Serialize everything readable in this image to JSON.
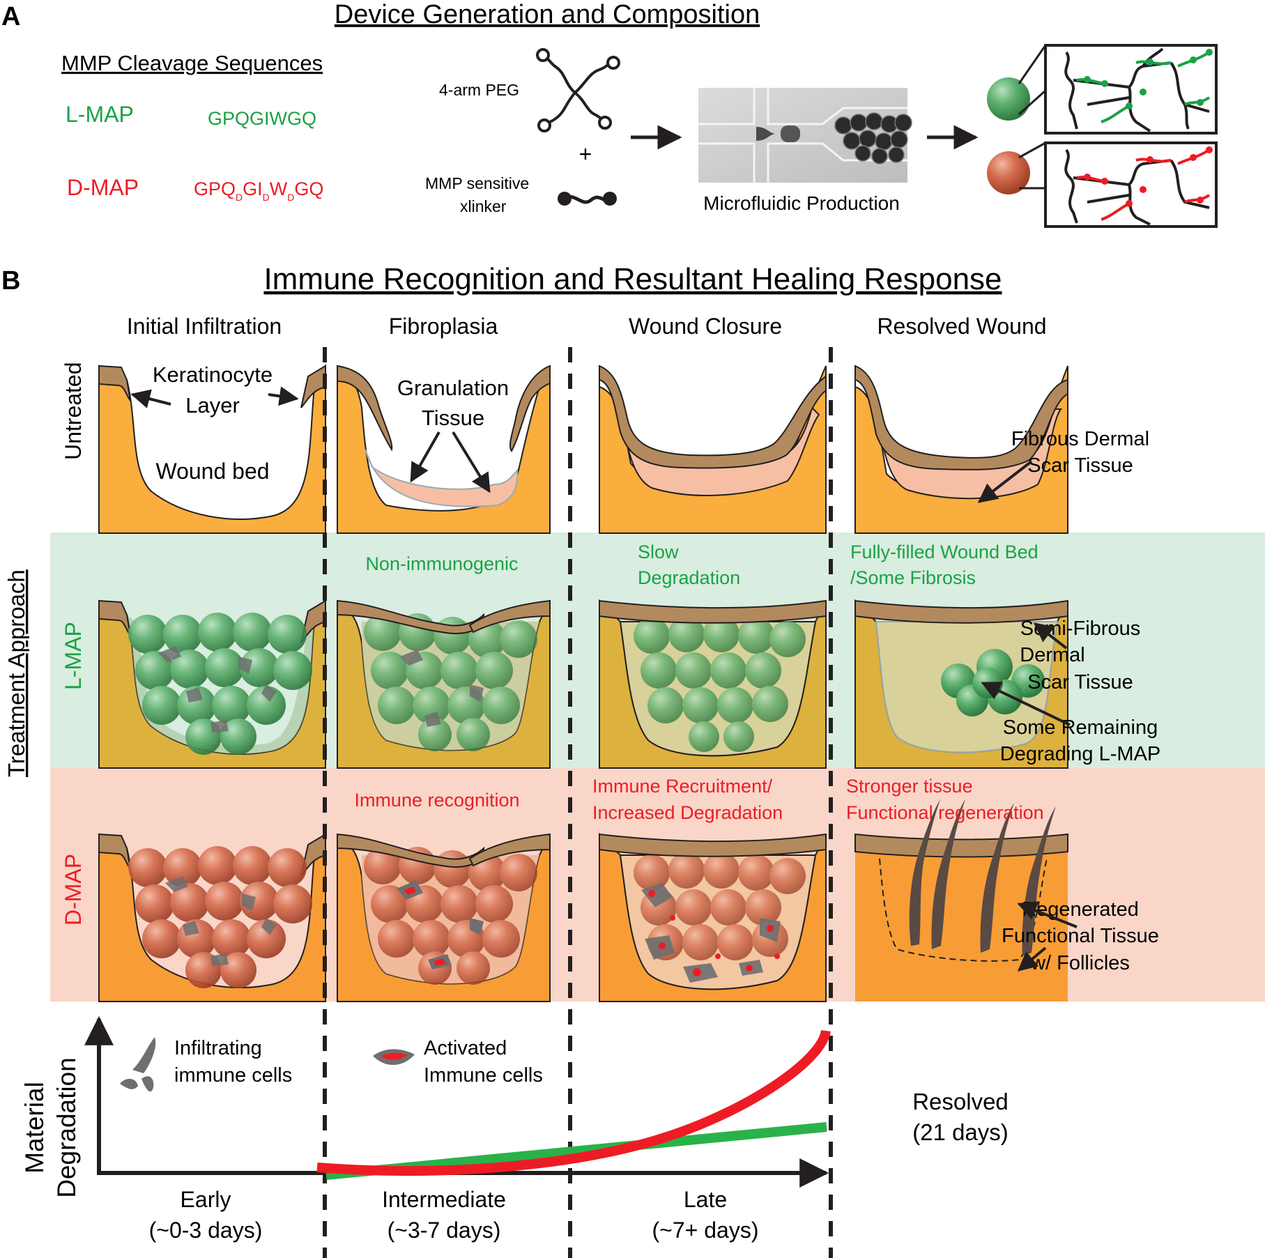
{
  "panel_a": {
    "letter": "A",
    "title": "Device Generation and Composition",
    "seq_header": "MMP Cleavage Sequences",
    "lmap": {
      "name": "L-MAP",
      "sequence": "GPQGIWGQ"
    },
    "dmap": {
      "name": "D-MAP",
      "seq_parts": [
        "GPQ",
        "D",
        "GI",
        "D",
        "W",
        "D",
        "GQ"
      ]
    },
    "peg_label": "4-arm PEG",
    "plus": "+",
    "xlinker_line1": "MMP sensitive",
    "xlinker_line2": "xlinker",
    "microfluidic_label": "Microfluidic Production"
  },
  "panel_b": {
    "letter": "B",
    "title": "Immune Recognition and Resultant Healing Response",
    "treatment_label": "Treatment Approach",
    "columns": [
      "Initial Infiltration",
      "Fibroplasia",
      "Wound Closure",
      "Resolved Wound"
    ],
    "rows": {
      "untreated": "Untreated",
      "lmap": "L-MAP",
      "dmap": "D-MAP"
    },
    "untreated_labels": {
      "keratinocyte_1": "Keratinocyte",
      "keratinocyte_2": "Layer",
      "wound_bed": "Wound bed",
      "granulation_1": "Granulation",
      "granulation_2": "Tissue",
      "fibrous_1": "Fibrous Dermal",
      "fibrous_2": "Scar Tissue"
    },
    "lmap_labels": {
      "non_immunogenic": "Non-immunogenic",
      "slow_1": "Slow",
      "slow_2": "Degradation",
      "filled_1": "Fully-filled Wound Bed",
      "filled_2": "/Some Fibrosis",
      "semi_1": "Semi-Fibrous",
      "semi_2": "Dermal",
      "semi_3": "Scar Tissue",
      "remaining_1": "Some Remaining",
      "remaining_2": "Degrading L-MAP"
    },
    "dmap_labels": {
      "immune_recognition": "Immune recognition",
      "recruit_1": "Immune Recruitment/",
      "recruit_2": "Increased Degradation",
      "stronger_1": "Stronger tissue",
      "stronger_2": "Functional regeneration",
      "regen_1": "Regenerated",
      "regen_2": "Functional Tissue",
      "regen_3": "w/ Follicles"
    },
    "graph": {
      "ylabel_1": "Material",
      "ylabel_2": "Degradation",
      "legend_infiltrating_1": "Infiltrating",
      "legend_infiltrating_2": "immune cells",
      "legend_activated_1": "Activated",
      "legend_activated_2": "Immune cells",
      "resolved_1": "Resolved",
      "resolved_2": "(21 days)",
      "phases": [
        {
          "name": "Early",
          "days": "(~0-3 days)"
        },
        {
          "name": "Intermediate",
          "days": "(~3-7 days)"
        },
        {
          "name": "Late",
          "days": "(~7+ days)"
        }
      ],
      "line_colors": {
        "lmap": "#2ab24a",
        "dmap": "#ed1c24"
      }
    },
    "colors": {
      "lmap_text": "#1aa245",
      "dmap_text": "#ed1c24",
      "lmap_bg": "#d9ede0",
      "dmap_bg": "#f9d6c8",
      "tissue": "#f9ae3d",
      "keratin": "#b38a5e",
      "scar": "#f6bfa4",
      "green_bead": "#5bb26d",
      "red_bead": "#d4674a"
    }
  }
}
